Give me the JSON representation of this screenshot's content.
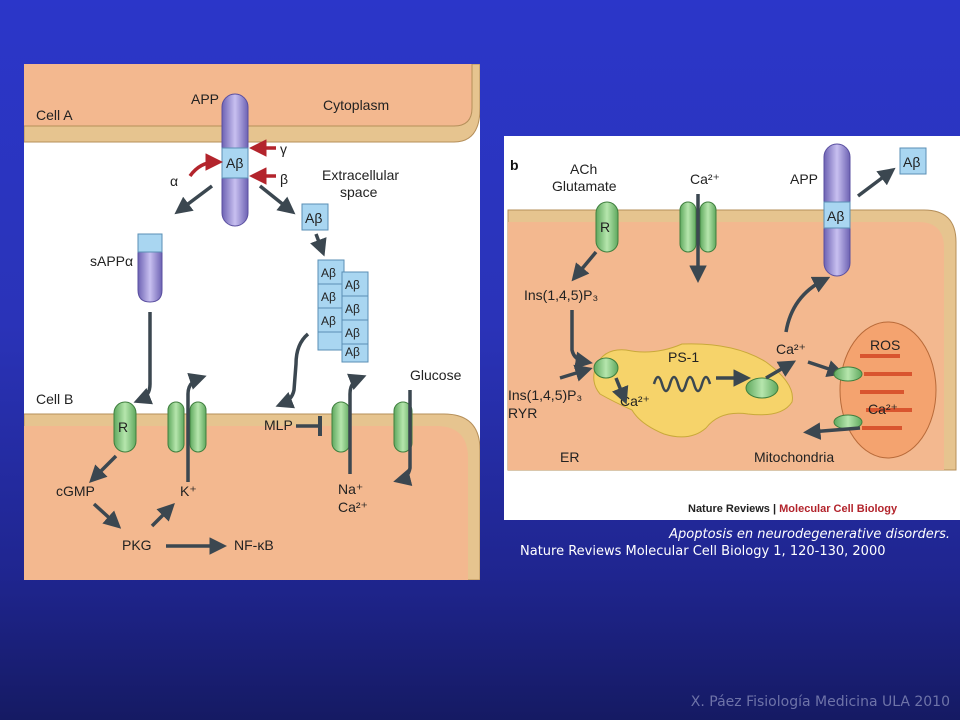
{
  "panel_a": {
    "cell_a": "Cell A",
    "app": "APP",
    "cytoplasm": "Cytoplasm",
    "abeta": "Aβ",
    "gamma": "γ",
    "alpha": "α",
    "beta": "β",
    "extracellular_space_1": "Extracellular",
    "extracellular_space_2": "space",
    "sapp_alpha": "sAPPα",
    "cell_b": "Cell B",
    "receptor": "R",
    "mlp": "MLP",
    "glucose": "Glucose",
    "cgmp": "cGMP",
    "k_plus": "K⁺",
    "na_plus": "Na⁺",
    "ca2_plus": "Ca²⁺",
    "pkg": "PKG",
    "nfkb": "NF-κB"
  },
  "panel_b": {
    "label_b": "b",
    "ach": "ACh",
    "glutamate": "Glutamate",
    "ca2": "Ca²⁺",
    "app": "APP",
    "abeta": "Aβ",
    "receptor": "R",
    "ip3_1": "Ins(1,4,5)P₃",
    "ps1": "PS-1",
    "ros": "ROS",
    "ip3_2": "Ins(1,4,5)P₃",
    "ryr": "RYR",
    "er": "ER",
    "mitochondria": "Mitochondria",
    "journal_1": "Nature Reviews",
    "journal_sep": " | ",
    "journal_2": "Molecular Cell Biology"
  },
  "caption": {
    "title": "Apoptosis en neurodegenerative disorders.",
    "reference": "Nature Reviews Molecular Cell Biology 1, 120-130, 2000"
  },
  "footer": "X. Páez Fisiología Medicina ULA 2010",
  "colors": {
    "membrane": "#e6c48f",
    "cytoplasm": "#f3b88f",
    "channel": "#8ccf8a",
    "app_protein": "#9a8fd6",
    "abeta_box": "#a9d6f1",
    "arrow": "#3b4750",
    "red_arrow": "#b3242c",
    "er": "#f6d36a"
  }
}
